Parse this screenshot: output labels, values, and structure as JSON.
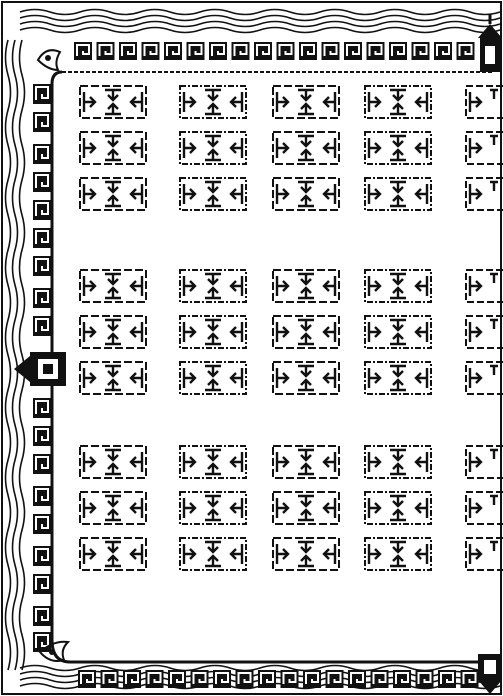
{
  "figure": {
    "ink_color": "#111111",
    "paper_color": "#ffffff"
  },
  "layout_groups": {
    "columns": 5,
    "row_groups": [
      3,
      3,
      3
    ],
    "total_cells": 45
  },
  "border": {
    "outer_band": "wave-lines",
    "meander_band": "square-spiral-blocks",
    "side_gates": [
      "left-arrow-gate",
      "top-right-gate",
      "bottom-right-gate"
    ]
  },
  "cell_motif": "bracketed-box-with-inward-arrows"
}
